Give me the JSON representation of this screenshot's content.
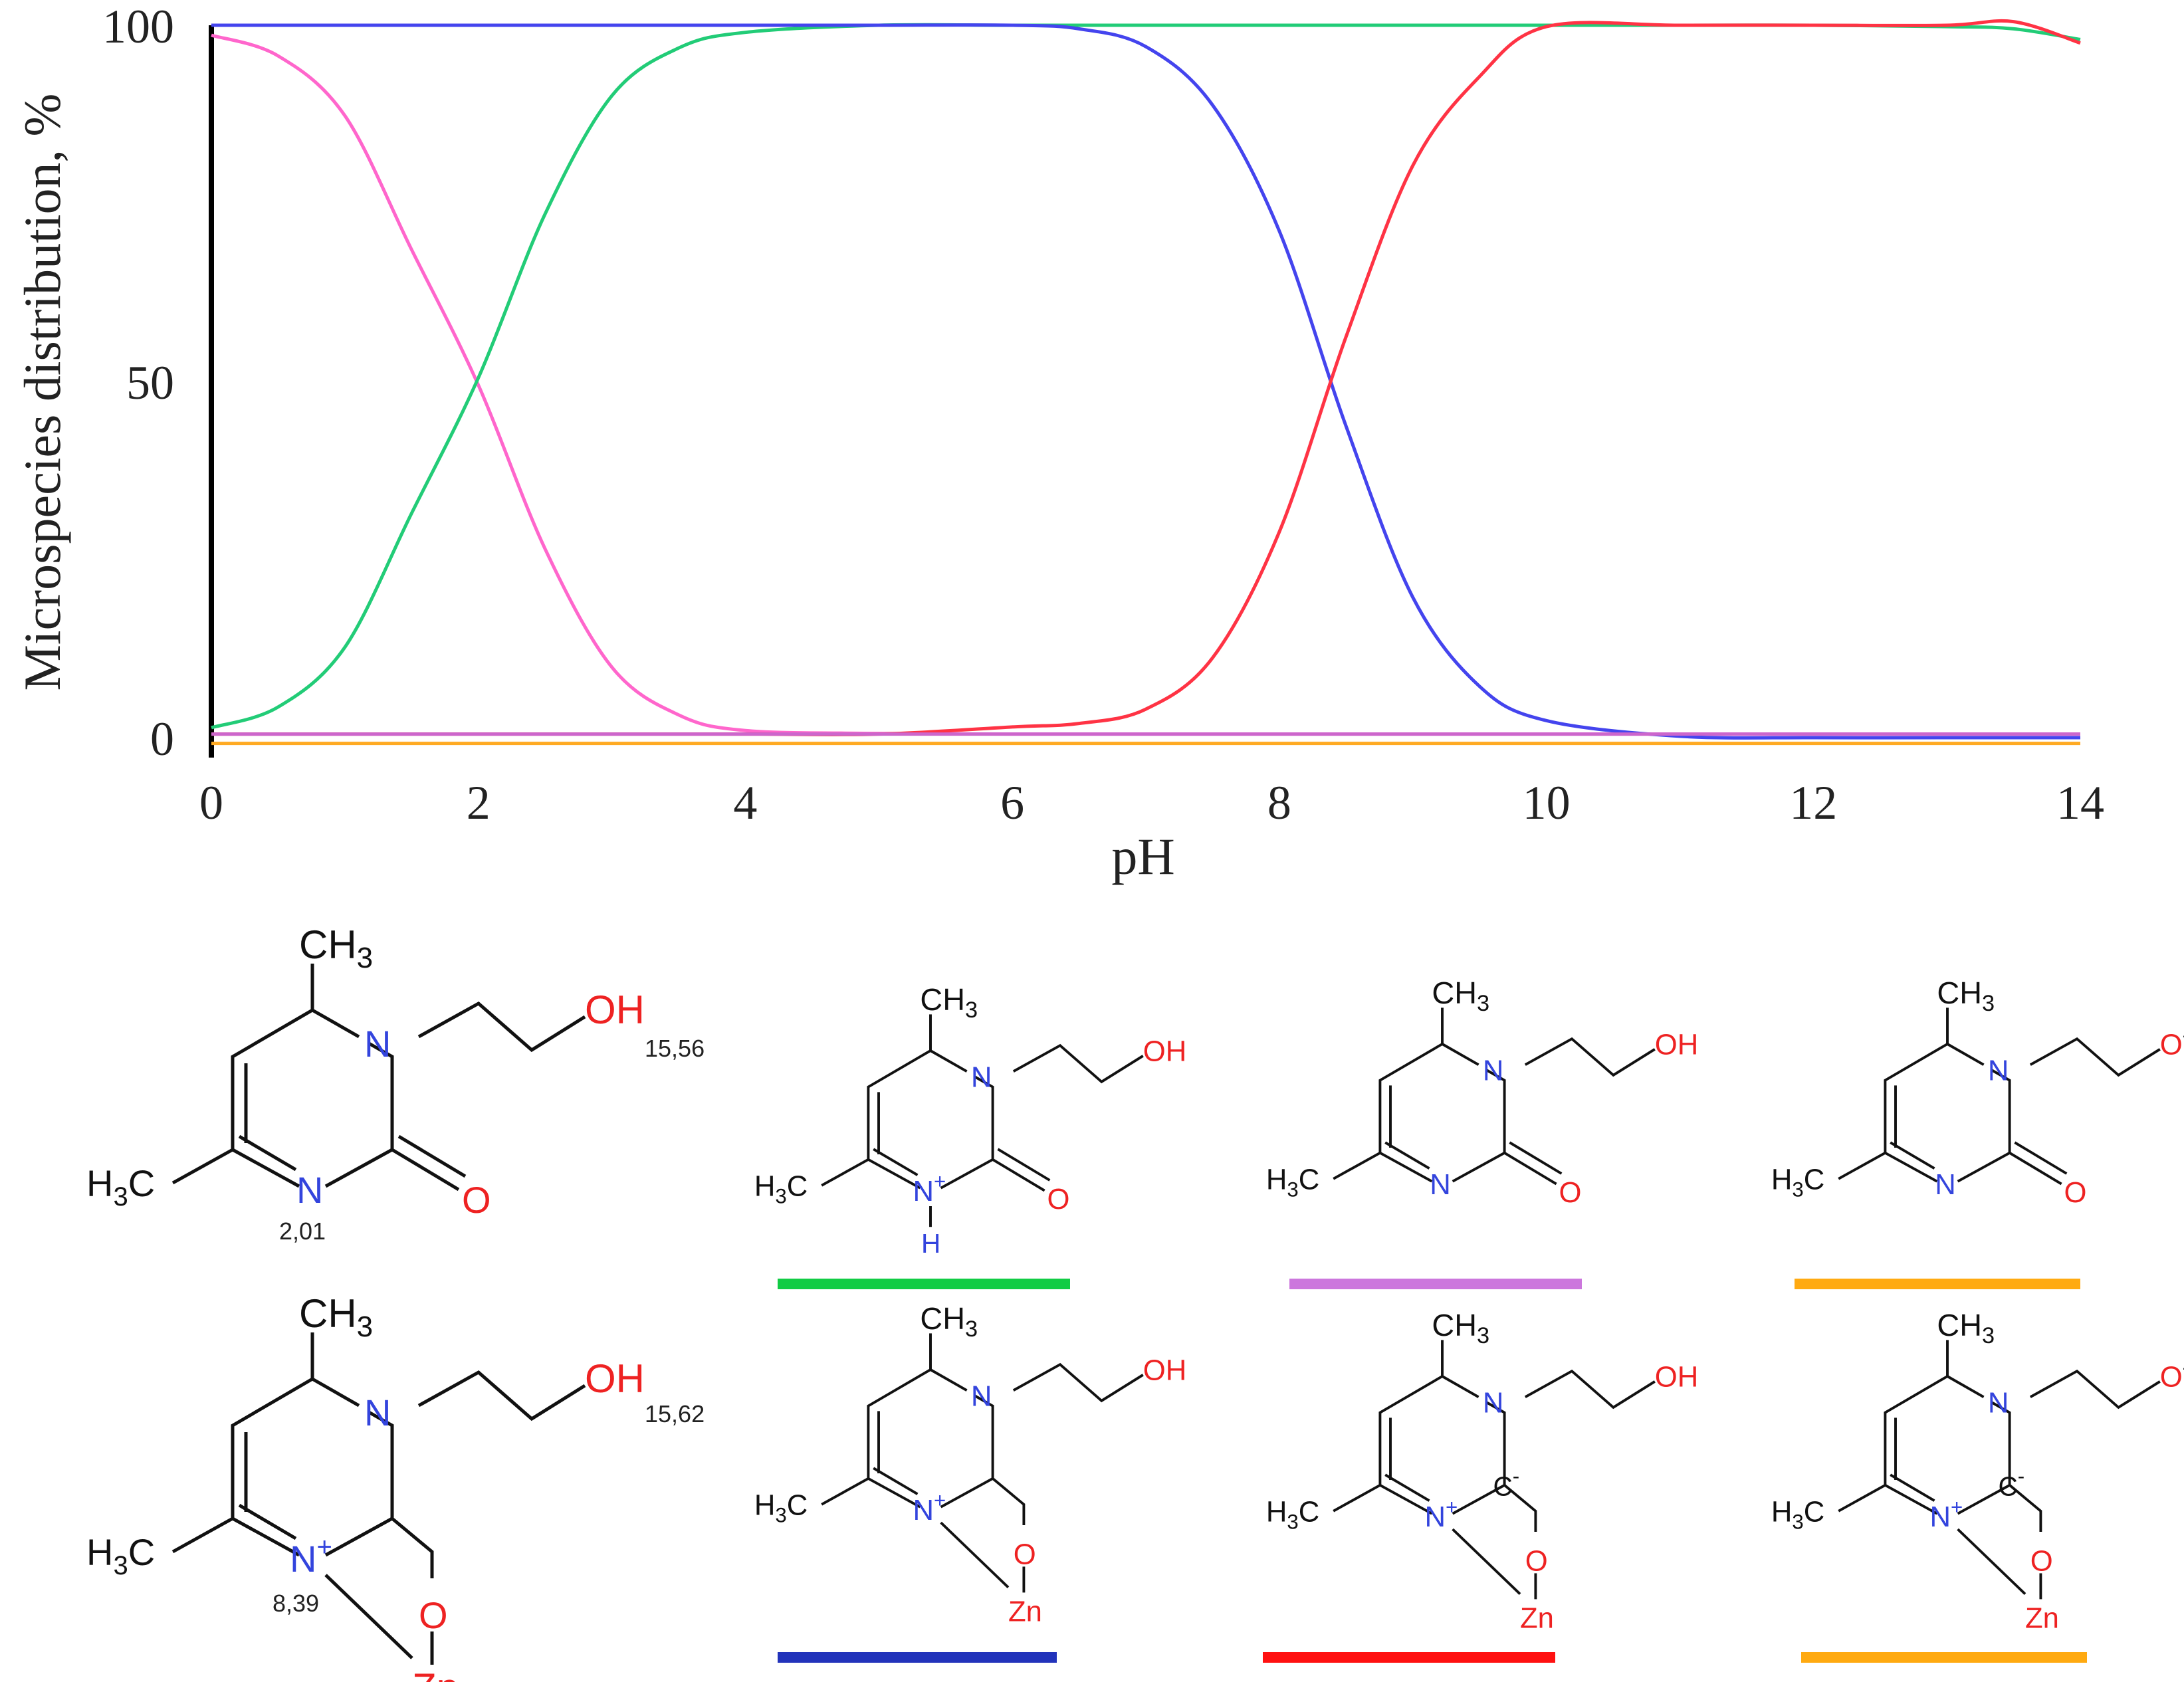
{
  "chart_data": {
    "type": "line",
    "xlabel": "pH",
    "ylabel": "Microspecies distribution, %",
    "xlim": [
      0,
      14
    ],
    "ylim": [
      0,
      100
    ],
    "xticks": [
      "0",
      "2",
      "4",
      "6",
      "8",
      "10",
      "12",
      "14"
    ],
    "yticks": [
      "0",
      "50",
      "100"
    ],
    "grid": false,
    "series": [
      {
        "color": "#ff66cc",
        "x": [
          0,
          0.5,
          1,
          1.5,
          2,
          2.5,
          3,
          3.5,
          4,
          5,
          6,
          7,
          8,
          9,
          10,
          11,
          12,
          13,
          13.7,
          14
        ],
        "y": [
          98.6,
          95.7,
          87.3,
          68.5,
          49.5,
          26.5,
          9.9,
          3.2,
          1,
          0.6,
          0.5,
          0.5,
          0.5,
          0.5,
          0.5,
          0.5,
          0.5,
          0.5,
          0.5,
          0.5
        ]
      },
      {
        "color": "#22cc77",
        "x": [
          0,
          0.5,
          1,
          1.5,
          2,
          2.5,
          3,
          3.5,
          4,
          5,
          6,
          7,
          8,
          9,
          10,
          11,
          12,
          13,
          13.5,
          14
        ],
        "y": [
          1.4,
          4.3,
          12.7,
          31.5,
          50.5,
          73.5,
          90.1,
          96.8,
          99,
          100,
          100,
          100,
          100,
          100,
          100,
          100,
          100,
          99.8,
          99.5,
          98
        ]
      },
      {
        "color": "#4444ee",
        "x": [
          0,
          1,
          2,
          3,
          4,
          5,
          6,
          6.5,
          7,
          7.5,
          8,
          8.5,
          9,
          9.5,
          10,
          11,
          12,
          13,
          14
        ],
        "y": [
          100,
          100,
          100,
          100,
          100,
          100,
          100,
          99.5,
          97,
          88.8,
          71.1,
          43.7,
          19.7,
          7.2,
          2.4,
          0.2,
          0,
          0,
          0
        ]
      },
      {
        "color": "#ff3344",
        "x": [
          0,
          1,
          2,
          3,
          4,
          5,
          6,
          6.5,
          7,
          7.5,
          8,
          8.5,
          9,
          9.5,
          10,
          11,
          12,
          13,
          13.5,
          14
        ],
        "y": [
          0.5,
          0.5,
          0.5,
          0.5,
          0.5,
          0.5,
          1.5,
          2,
          4,
          11.2,
          28.9,
          56.3,
          80.3,
          92.8,
          99.8,
          100,
          100,
          100,
          100.5,
          97.5
        ]
      },
      {
        "color": "#cc66cc",
        "x": [
          0,
          14
        ],
        "y": [
          0.5,
          0.5
        ]
      },
      {
        "color": "#ffaa22",
        "x": [
          0,
          14
        ],
        "y": [
          -0.8,
          -0.8
        ]
      }
    ]
  },
  "structures": {
    "atoms": {
      "CH": "CH",
      "sub3": "3",
      "OH": "OH",
      "N": "N",
      "O": "O",
      "H": "H",
      "H3C_H": "H",
      "Zn": "Zn",
      "plus": "+",
      "minus": "-",
      "C": "C"
    },
    "pka": {
      "oh_top": "15,56",
      "n_top": "2,01",
      "oh_bottom": "15,62",
      "n_bottom": "8,39"
    },
    "legend_colors": {
      "green": "#11cc44",
      "violet": "#cc77dd",
      "orange": "#ffaa11",
      "blue": "#2233bb",
      "red": "#ff1111",
      "orange2": "#ffaa11"
    }
  }
}
